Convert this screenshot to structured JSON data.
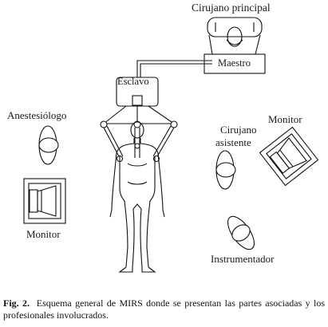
{
  "labels": {
    "lead_surgeon": "Cirujano principal",
    "master": "Maestro",
    "slave": "Esclavo",
    "anesthesiologist": "Anestesiólogo",
    "monitor_right": "Monitor",
    "assistant_line1": "Cirujano",
    "assistant_line2": "asistente",
    "monitor_left": "Monitor",
    "instrument_tech": "Instrumentador"
  },
  "caption": {
    "prefix": "Fig. 2.",
    "text": "Esquema general de MIRS donde se presentan las partes asociadas y los profesionales involucrados."
  },
  "icons": {
    "console": "master-console-icon",
    "robot": "slave-robot-icon",
    "patient": "patient-figure-icon",
    "person": "person-topview-icon",
    "monitor": "monitor-icon"
  }
}
